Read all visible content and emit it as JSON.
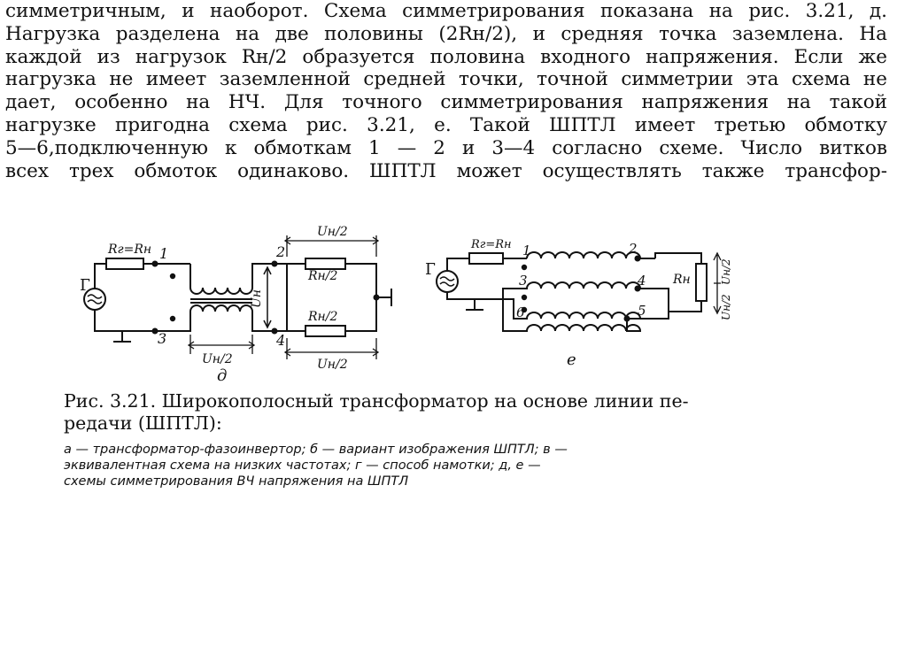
{
  "body": {
    "lines": [
      "симметричным, и наоборот. Схема симметрирования показана на рис. 3.21, д.",
      "Нагрузка разделена на две половины (2Rн/2), и средняя точка заземлена. На",
      "каждой из нагрузок Rн/2 образуется половина входного напряжения. Если же",
      "нагрузка не имеет заземленной средней точки, точной симметрии эта схема не",
      "дает, особенно на НЧ. Для точного симметрирования напряжения на такой",
      "нагрузке пригодна схема рис. 3.21, е. Такой ШПТЛ имеет третью обмотку",
      "5—6,подключенную к обмоткам 1 — 2 и 3—4 согласно схеме. Число витков",
      "всех трех обмоток одинаково. ШПТЛ может осуществлять также трансфор-"
    ]
  },
  "figure": {
    "left": {
      "label": "д",
      "source_label": "Г",
      "source_resistor": "Rг=Rн",
      "load_top": "Rн/2",
      "load_bottom": "Rн/2",
      "voltage_top": "Uн/2",
      "voltage_bottom": "Uн/2",
      "voltage_winding": "Uн/2",
      "voltage_load": "Uн",
      "nodes": [
        "1",
        "2",
        "3",
        "4"
      ]
    },
    "right": {
      "label": "е",
      "source_label": "Г",
      "source_resistor": "Rг=Rн",
      "load": "Rн",
      "voltage_a": "Uн/2",
      "voltage_b": "Uн/2",
      "nodes": [
        "1",
        "2",
        "3",
        "4",
        "5",
        "6"
      ]
    }
  },
  "caption": {
    "title_line1": "Рис. 3.21. Широкополосный трансформатор на основе линии пе-",
    "title_line2": "редачи (ШПТЛ):",
    "legend_line1": "а — трансформатор-фазоинвертор; б — вариант изображения ШПТЛ; в —",
    "legend_line2": "эквивалентная схема на низких частотах; г — способ намотки; д, е —",
    "legend_line3": "схемы симметрирования ВЧ напряжения на ШПТЛ"
  }
}
